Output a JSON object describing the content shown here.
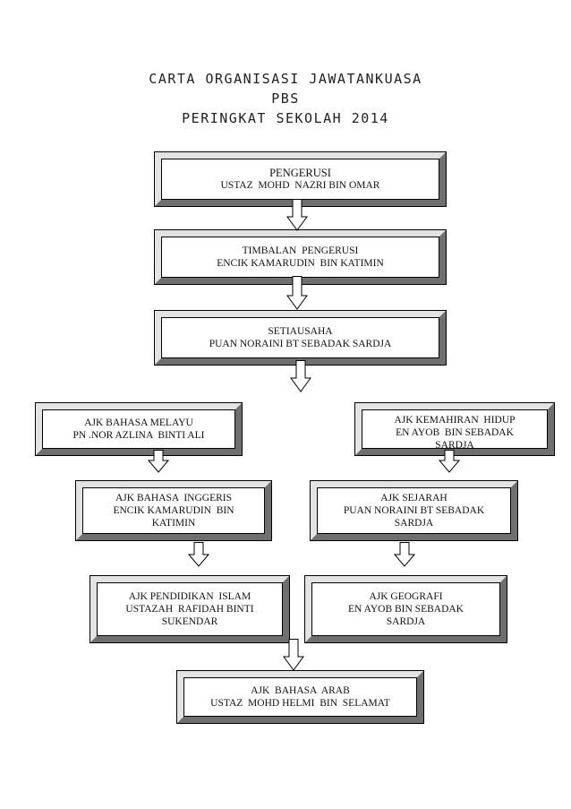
{
  "title": {
    "line1": "CARTA ORGANISASI JAWATANKUASA",
    "line2": "PBS",
    "line3": "PERINGKAT SEKOLAH 2014"
  },
  "boxes": {
    "pengerusi": {
      "role": "PENGERUSI",
      "name": "USTAZ  MOHD  NAZRI BIN OMAR"
    },
    "timbalan": {
      "role": "TIMBALAN  PENGERUSI",
      "name": "ENCIK KAMARUDIN  BIN KATIMIN"
    },
    "setiausaha": {
      "role": "SETIAUSAHA",
      "name": "PUAN NORAINI BT SEBADAK SARDJA"
    },
    "bahasa_melayu": {
      "role": "AJK BAHASA MELAYU",
      "name": "PN .NOR AZLINA  BINTI ALI"
    },
    "kemahiran_hidup": {
      "role": "AJK KEMAHIRAN  HIDUP",
      "name": "EN AYOB  BIN SEBADAK",
      "name2": "SARDJA"
    },
    "bahasa_inggeris": {
      "role": "AJK BAHASA  INGGERIS",
      "name": "ENCIK KAMARUDIN  BIN",
      "name2": "KATIMIN"
    },
    "sejarah": {
      "role": "AJK SEJARAH",
      "name": "PUAN NORAINI BT SEBADAK",
      "name2": "SARDJA"
    },
    "pendidikan_islam": {
      "role": "AJK PENDIDIKAN  ISLAM",
      "name": "USTAZAH  RAFIDAH BINTI",
      "name2": "SUKENDAR"
    },
    "geografi": {
      "role": "AJK GEOGRAFI",
      "name": "EN AYOB BIN SEBADAK",
      "name2": "SARDJA"
    },
    "bahasa_arab": {
      "role": "AJK  BAHASA  ARAB",
      "name": "USTAZ  MOHD HELMI  BIN  SELAMAT"
    }
  }
}
